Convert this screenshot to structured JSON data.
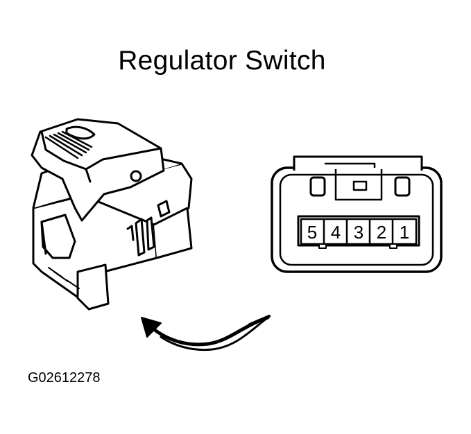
{
  "title": "Regulator Switch",
  "figure_code": "G02612278",
  "connector": {
    "pins": [
      "5",
      "4",
      "3",
      "2",
      "1"
    ]
  },
  "icons": {
    "switch": "power-window-regulator-switch-icon",
    "connector": "switch-connector-face-icon",
    "arrow": "curved-arrow-icon"
  }
}
